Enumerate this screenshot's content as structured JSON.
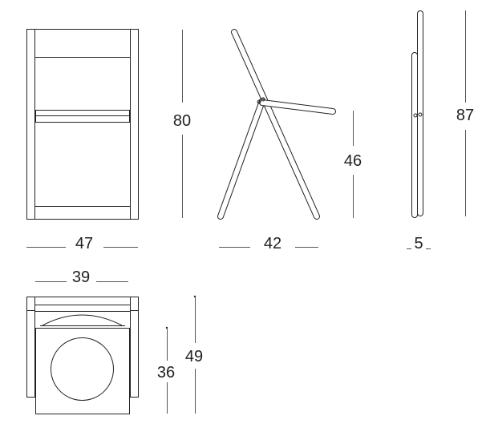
{
  "dimensions": {
    "front_width": "47",
    "front_height": "80",
    "side_depth": "42",
    "seat_height": "46",
    "folded_depth": "5",
    "folded_height": "87",
    "top_width": "39",
    "top_seat_depth": "36",
    "top_total_depth": "49"
  }
}
